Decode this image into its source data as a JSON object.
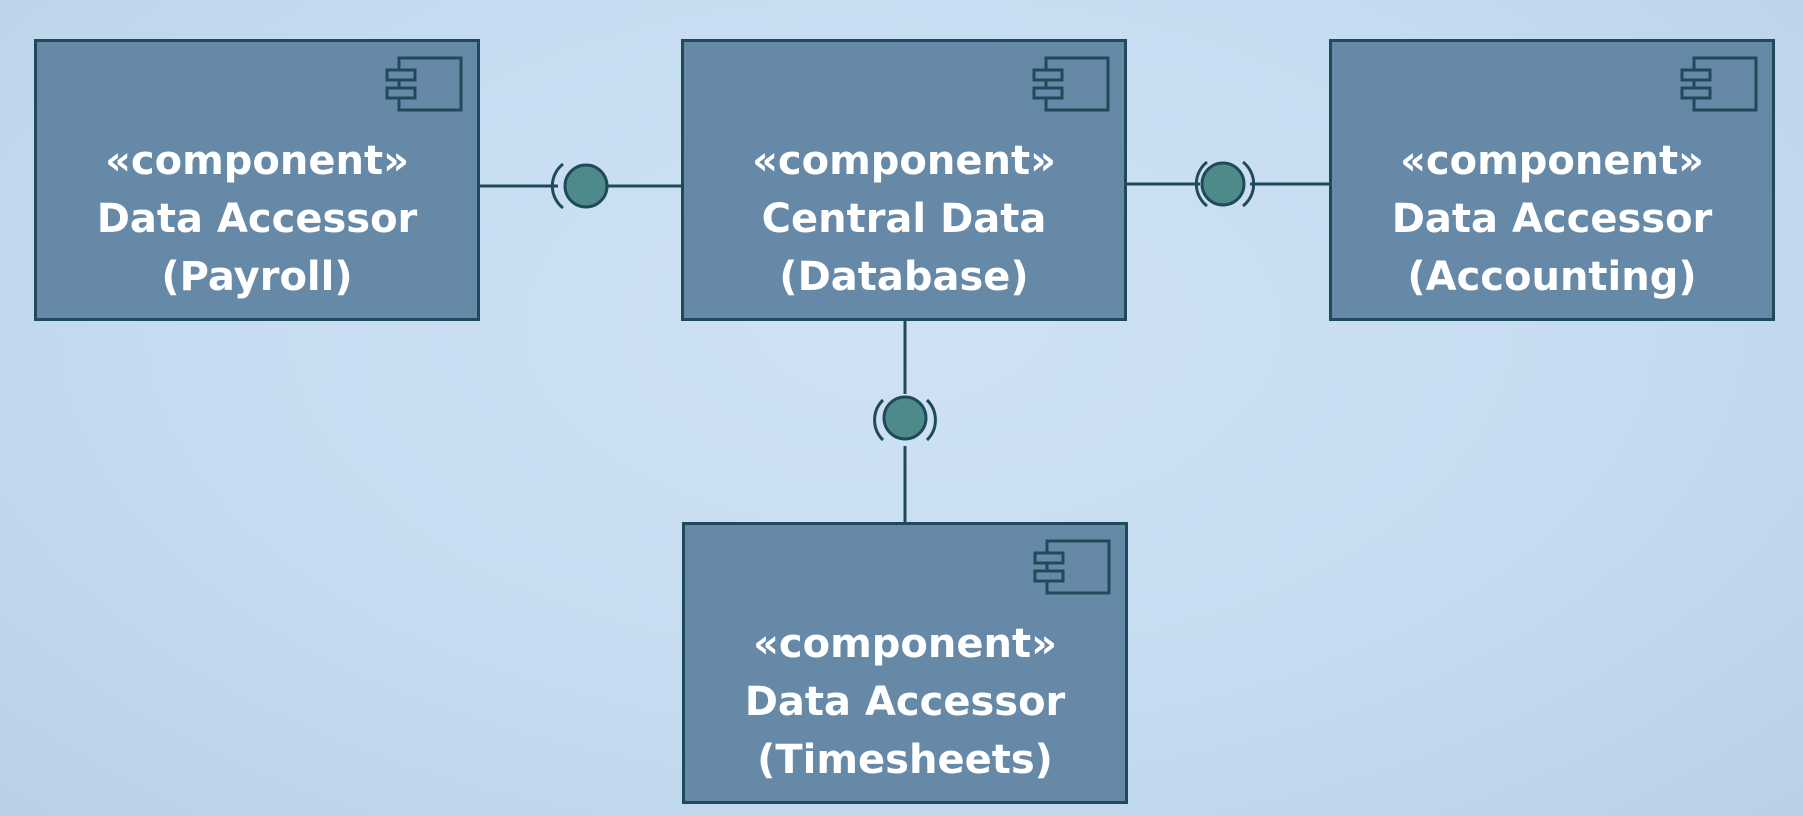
{
  "diagram": {
    "colors": {
      "component_fill": "#6689a8",
      "component_border": "#1f4a5a",
      "interface_fill": "#4f8a8b",
      "text": "#ffffff"
    },
    "components": [
      {
        "stereotype": "«component»",
        "name": "Data Accessor",
        "qualifier": "(Payroll)",
        "icon": "component-icon"
      },
      {
        "stereotype": "«component»",
        "name": "Central Data",
        "qualifier": "(Database)",
        "icon": "component-icon"
      },
      {
        "stereotype": "«component»",
        "name": "Data Accessor",
        "qualifier": "(Accounting)",
        "icon": "component-icon"
      },
      {
        "stereotype": "«component»",
        "name": "Data Accessor",
        "qualifier": "(Timesheets)",
        "icon": "component-icon"
      }
    ],
    "connections": [
      {
        "from": "Central Data (Database)",
        "to": "Data Accessor (Payroll)",
        "type": "ball-and-socket"
      },
      {
        "from": "Central Data (Database)",
        "to": "Data Accessor (Accounting)",
        "type": "ball-and-socket"
      },
      {
        "from": "Central Data (Database)",
        "to": "Data Accessor (Timesheets)",
        "type": "ball-and-socket"
      }
    ]
  }
}
